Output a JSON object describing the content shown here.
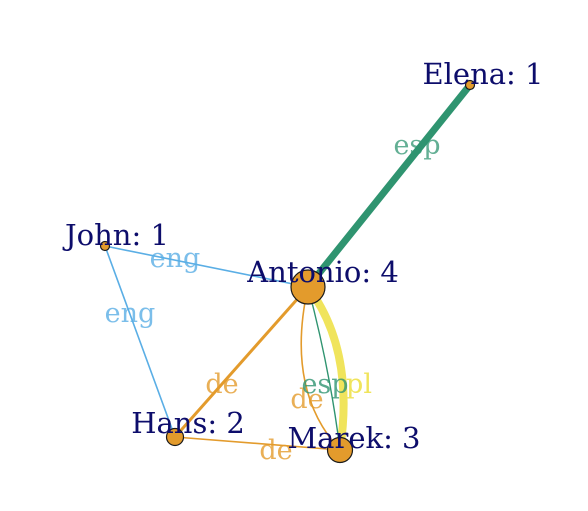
{
  "colors": {
    "eng": "#5aaee5",
    "de": "#e39b2c",
    "esp": "#2f9470",
    "pl": "#f0e45c",
    "node_fill": "#e39b2c",
    "node_stroke": "#1a1a1a",
    "label": "#0d0d6b"
  },
  "nodes": [
    {
      "id": "elena",
      "label": "Elena: 1"
    },
    {
      "id": "john",
      "label": "John: 1"
    },
    {
      "id": "antonio",
      "label": "Antonio: 4"
    },
    {
      "id": "hans",
      "label": "Hans: 2"
    },
    {
      "id": "marek",
      "label": "Marek: 3"
    }
  ],
  "edges": [
    {
      "id": "antonio-elena-esp",
      "from": "antonio",
      "to": "elena",
      "lang": "esp"
    },
    {
      "id": "john-antonio-eng",
      "from": "john",
      "to": "antonio",
      "lang": "eng"
    },
    {
      "id": "john-hans-eng",
      "from": "john",
      "to": "hans",
      "lang": "eng"
    },
    {
      "id": "antonio-hans-de",
      "from": "antonio",
      "to": "hans",
      "lang": "de"
    },
    {
      "id": "hans-marek-de",
      "from": "hans",
      "to": "marek",
      "lang": "de"
    },
    {
      "id": "antonio-marek-de",
      "from": "antonio",
      "to": "marek",
      "lang": "de"
    },
    {
      "id": "antonio-marek-esp",
      "from": "antonio",
      "to": "marek",
      "lang": "esp"
    },
    {
      "id": "antonio-marek-pl",
      "from": "antonio",
      "to": "marek",
      "lang": "pl"
    }
  ],
  "edge_labels": {
    "esp_elena": "esp",
    "eng_john_antonio": "eng",
    "eng_john_hans": "eng",
    "de_antonio_hans": "de",
    "de_hans_marek": "de",
    "de_antonio_marek": "de",
    "esp_antonio_marek": "esp",
    "pl_antonio_marek": "pl"
  }
}
